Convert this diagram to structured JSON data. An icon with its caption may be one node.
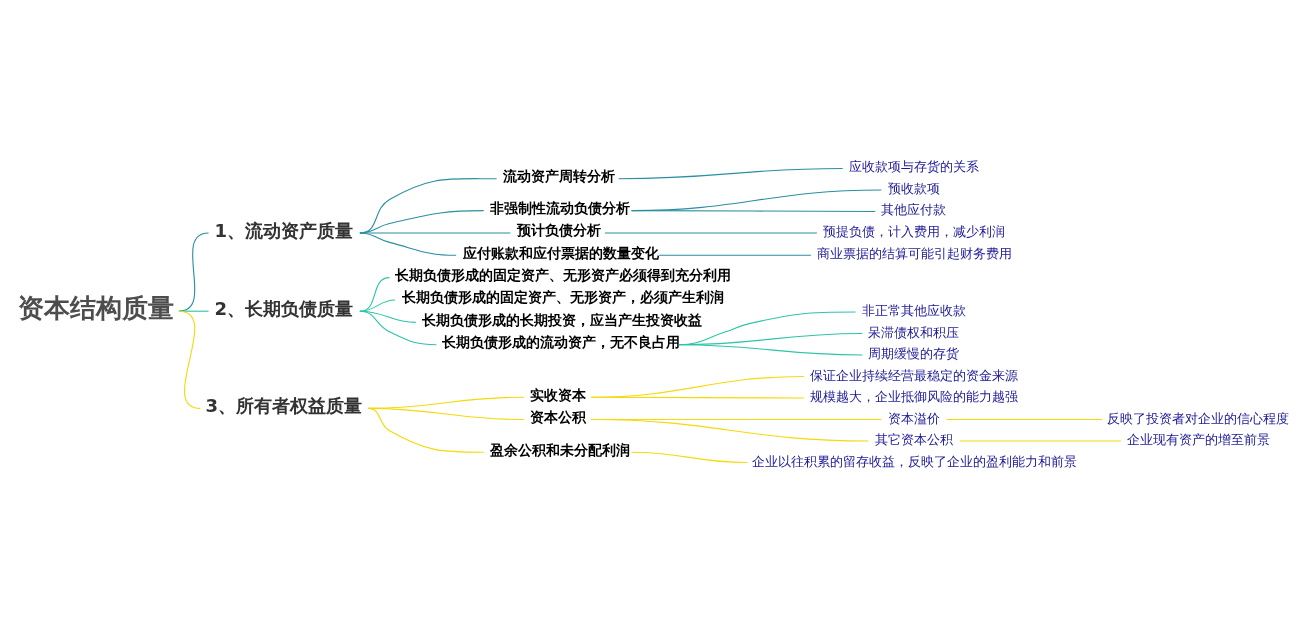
{
  "diagram": {
    "nodes": [
      {
        "text": [
          "资本结构质量"
        ]
      },
      {
        "text": [
          "1、流动资产质量"
        ]
      },
      {
        "text": [
          "流动资产周转分析"
        ]
      },
      {
        "text": [
          "应收款项与存货的关系"
        ]
      },
      {
        "text": [
          "非强制性流动负债分析"
        ]
      },
      {
        "text": [
          "预收款项"
        ]
      },
      {
        "text": [
          "其他应付款"
        ]
      },
      {
        "text": [
          "预计负债分析"
        ]
      },
      {
        "text": [
          "预提负债，计入费用，减少利润"
        ]
      },
      {
        "text": [
          "应付账款和应付票据的数量变化"
        ]
      },
      {
        "text": [
          "商业票据的结算可能引起财务费用"
        ]
      },
      {
        "text": [
          "2、长期负债质量"
        ]
      },
      {
        "text": [
          "长期负债形成的固定资产、无形资产必须得到充分利用"
        ]
      },
      {
        "text": [
          "长期负债形成的固定资产、无形资产，必须产生利润"
        ]
      },
      {
        "text": [
          "长期负债形成的长期投资，应当产生投资收益"
        ]
      },
      {
        "text": [
          "长期负债形成的流动资产，无不良占用"
        ]
      },
      {
        "text": [
          "非正常其他应收款"
        ]
      },
      {
        "text": [
          "呆滞债权和积压"
        ]
      },
      {
        "text": [
          "周期缓慢的存货"
        ]
      },
      {
        "text": [
          "3、所有者权益质量"
        ]
      },
      {
        "text": [
          "实收资本"
        ]
      },
      {
        "text": [
          "保证企业持续经营最稳定的资金来源"
        ]
      },
      {
        "text": [
          "规模越大，企业抵御风险的能力越强"
        ]
      },
      {
        "text": [
          "资本公积"
        ]
      },
      {
        "text": [
          "资本溢价"
        ]
      },
      {
        "text": [
          "反映了投资者对企业的信心程度"
        ]
      },
      {
        "text": [
          "其它资本公积"
        ]
      },
      {
        "text": [
          "企业现有资产的增至前景"
        ]
      },
      {
        "text": [
          "盈余公积和未分配利润"
        ]
      },
      {
        "text": [
          "企业以往积累的留存收益，反映了企业的盈利能力和前景"
        ]
      }
    ],
    "edges": [
      {
        "from": 0,
        "to": 1,
        "arrow": "none",
        "color": "#2a8ea0"
      },
      {
        "from": 1,
        "to": 2,
        "arrow": "none",
        "color": "#2a8ea0"
      },
      {
        "from": 2,
        "to": 3,
        "arrow": "none",
        "color": "#2a8ea0"
      },
      {
        "from": 1,
        "to": 4,
        "arrow": "none",
        "color": "#2a8ea0"
      },
      {
        "from": 4,
        "to": 5,
        "arrow": "none",
        "color": "#2a8ea0"
      },
      {
        "from": 4,
        "to": 6,
        "arrow": "none",
        "color": "#2a8ea0"
      },
      {
        "from": 1,
        "to": 7,
        "arrow": "none",
        "color": "#2a8ea0"
      },
      {
        "from": 7,
        "to": 8,
        "arrow": "none",
        "color": "#2a8ea0"
      },
      {
        "from": 1,
        "to": 9,
        "arrow": "none",
        "color": "#2a8ea0"
      },
      {
        "from": 9,
        "to": 10,
        "arrow": "none",
        "color": "#2a8ea0"
      },
      {
        "from": 0,
        "to": 11,
        "arrow": "none",
        "color": "#2ec4a6"
      },
      {
        "from": 11,
        "to": 12,
        "arrow": "none",
        "color": "#2ec4a6"
      },
      {
        "from": 11,
        "to": 13,
        "arrow": "none",
        "color": "#2ec4a6"
      },
      {
        "from": 11,
        "to": 14,
        "arrow": "none",
        "color": "#2ec4a6"
      },
      {
        "from": 11,
        "to": 15,
        "arrow": "none",
        "color": "#2ec4a6"
      },
      {
        "from": 15,
        "to": 16,
        "arrow": "none",
        "color": "#2ec4a6"
      },
      {
        "from": 15,
        "to": 17,
        "arrow": "none",
        "color": "#2ec4a6"
      },
      {
        "from": 15,
        "to": 18,
        "arrow": "none",
        "color": "#2ec4a6"
      },
      {
        "from": 0,
        "to": 19,
        "arrow": "none",
        "color": "#f5d90a"
      },
      {
        "from": 19,
        "to": 20,
        "arrow": "none",
        "color": "#f5d90a"
      },
      {
        "from": 20,
        "to": 21,
        "arrow": "none",
        "color": "#f5d90a"
      },
      {
        "from": 20,
        "to": 22,
        "arrow": "none",
        "color": "#f5d90a"
      },
      {
        "from": 19,
        "to": 23,
        "arrow": "none",
        "color": "#f5d90a"
      },
      {
        "from": 23,
        "to": 24,
        "arrow": "none",
        "color": "#f5d90a"
      },
      {
        "from": 24,
        "to": 25,
        "arrow": "none",
        "color": "#f5d90a"
      },
      {
        "from": 23,
        "to": 26,
        "arrow": "none",
        "color": "#f5d90a"
      },
      {
        "from": 26,
        "to": 27,
        "arrow": "none",
        "color": "#f5d90a"
      },
      {
        "from": 19,
        "to": 28,
        "arrow": "none",
        "color": "#f5d90a"
      },
      {
        "from": 28,
        "to": 29,
        "arrow": "none",
        "color": "#f5d90a"
      }
    ]
  }
}
